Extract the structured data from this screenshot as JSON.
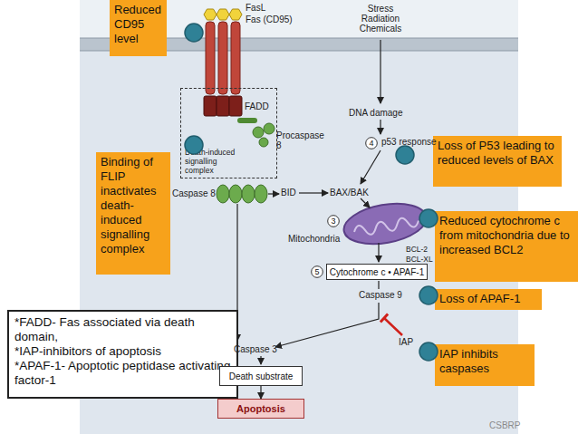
{
  "diagram": {
    "nodes": [
      {
        "text": [
          "Reduced CD95 level"
        ]
      },
      {
        "text": [
          "Death-induced signalling complex"
        ]
      },
      {
        "text": [
          "Binding of FLIP inactivates death-induced signalling complex"
        ]
      },
      {
        "text": [
          "4"
        ]
      },
      {
        "text": [
          "Loss of P53 leading to reduced levels of BAX"
        ]
      },
      {
        "text": [
          "3"
        ]
      },
      {
        "text": [
          "Reduced cytochrome c from mitochondria due to increased BCL2"
        ]
      },
      {
        "text": [
          "5"
        ]
      },
      {
        "text": [
          "Cytochrome c • APAF-1"
        ]
      },
      {
        "text": [
          "Loss of APAF-1"
        ]
      },
      {
        "text": [
          "*FADD- Fas associated via death domain,",
          "*IAP-inhibitors of apoptosis",
          "*APAF-1- Apoptotic peptidase activating factor-1"
        ]
      },
      {
        "text": [
          "IAP inhibits caspases"
        ]
      },
      {
        "text": [
          "Death substrate"
        ]
      },
      {
        "text": [
          "Apoptosis"
        ]
      }
    ],
    "edges": [
      {
        "from": 12,
        "to": 13,
        "arrow": "to"
      }
    ],
    "labels": [
      "FasL",
      "Fas (CD95)",
      "Stress Radiation Chemicals",
      "FADD",
      "DNA damage",
      "Procaspase 8",
      "p53 response",
      "Caspase 8",
      "BID",
      "BAX/BAK",
      "Mitochondria",
      "BCL-2 BCL-XL",
      "Caspase 9",
      "IAP",
      "Caspase 3",
      "CSBRP"
    ]
  }
}
